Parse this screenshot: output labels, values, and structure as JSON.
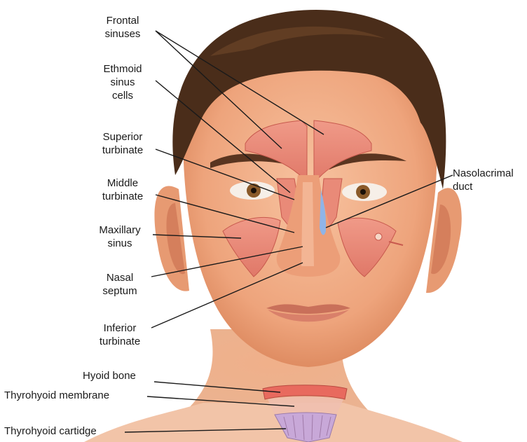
{
  "labels": {
    "frontal_sinuses": [
      "Frontal",
      "sinuses"
    ],
    "ethmoid_sinus_cells": [
      "Ethmoid",
      "sinus",
      "cells"
    ],
    "superior_turbinate": [
      "Superior",
      "turbinate"
    ],
    "middle_turbinate": [
      "Middle",
      "turbinate"
    ],
    "maxillary_sinus": [
      "Maxillary",
      "sinus"
    ],
    "nasal_septum": [
      "Nasal",
      "septum"
    ],
    "inferior_turbinate": [
      "Inferior",
      "turbinate"
    ],
    "nasolacrimal_duct": [
      "Nasolacrimal",
      "duct"
    ],
    "hyoid_bone": "Hyoid bone",
    "thyrohyoid_membrane": "Thyrohyoid membrane",
    "thyrohyoid_cartilage": "Thyrohyoid cartidge"
  },
  "colors": {
    "skin": "#f2b18b",
    "skin_shade": "#e2926a",
    "hair": "#4a2d1a",
    "sinus": "#e88878",
    "sinus_edge": "#c85a4e",
    "duct": "#8fb4e8",
    "cartilage": "#c8a8d8",
    "leader_line": "#1a1a1a"
  }
}
